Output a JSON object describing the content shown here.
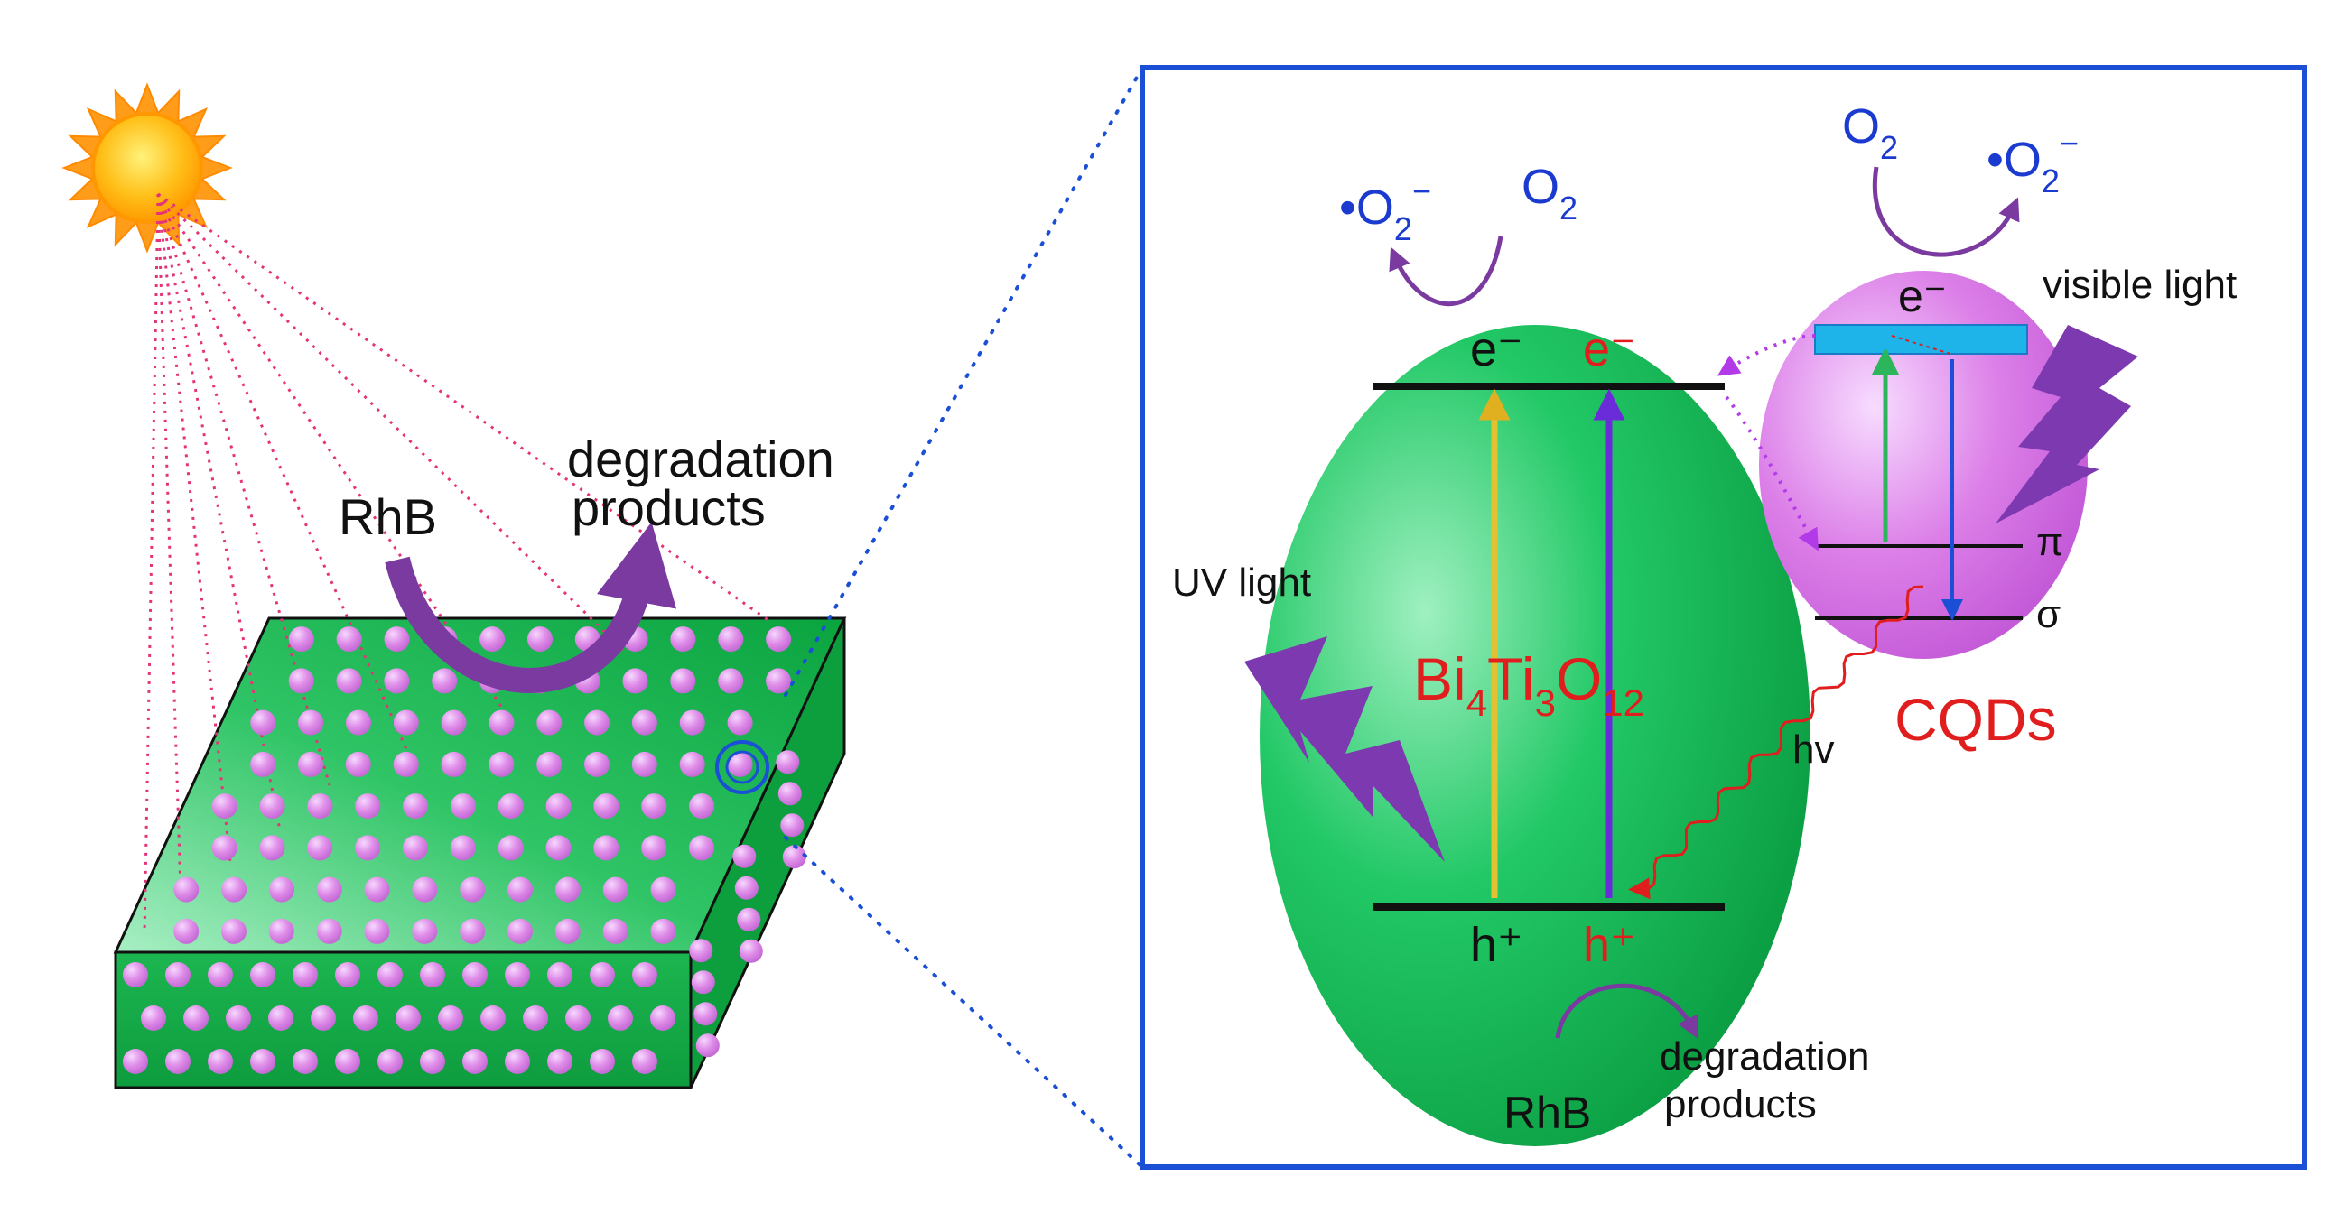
{
  "left_panel": {
    "rhb_label": "RhB",
    "degradation_label_line1": "degradation",
    "degradation_label_line2": "products"
  },
  "right_panel": {
    "o2_radical_left": {
      "prefix": "•O",
      "sub": "2",
      "sup": "−"
    },
    "o2_left": {
      "main": "O",
      "sub": "2"
    },
    "o2_right": {
      "main": "O",
      "sub": "2"
    },
    "o2_radical_right": {
      "prefix": "•O",
      "sub": "2",
      "sup": "−"
    },
    "e_minus_black": "e⁻",
    "e_minus_red": "e⁻",
    "e_minus_cqd": "e⁻",
    "h_plus_black": "h⁺",
    "h_plus_red": "h⁺",
    "compound": {
      "Bi": "Bi",
      "n4": "4",
      "Ti": "Ti",
      "n3": "3",
      "O": "O",
      "n12": "12"
    },
    "uv_light_label": "UV light",
    "visible_light_label": "visible light",
    "pi_label": "π",
    "sigma_label": "σ",
    "hv_label": "hv",
    "cqds_label": "CQDs",
    "rhb_label": "RhB",
    "degradation_label_line1": "degradation",
    "degradation_label_line2": "products"
  },
  "colors": {
    "green_sphere": "#1db954",
    "pink_sphere": "#d98ae8",
    "blue_frame": "#1a4fd6",
    "purple_arrow": "#7a3aa0",
    "red_text": "#e01e1e",
    "blue_text": "#1a3ad0",
    "cyan_bar": "#1eb4ea"
  }
}
